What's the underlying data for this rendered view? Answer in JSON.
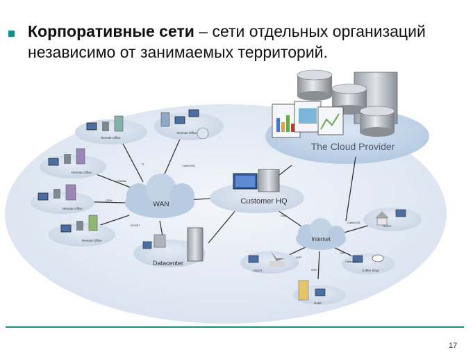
{
  "slide": {
    "title_bold": "Корпоративные сети",
    "title_rest": " – сети отдельных организаций независимо от занимаемых территорий.",
    "page_number": "17"
  },
  "diagram": {
    "wan": "WAN",
    "customer_hq": "Customer HQ",
    "cloud_provider": "The Cloud Provider",
    "internet": "Internet",
    "datacenter": "Datacenter",
    "remote_office": "Remote Office",
    "home": "Home",
    "airport": "Airport",
    "hotel": "Hotel",
    "coffee_shop": "Coffee Shop",
    "link_t1": "T1",
    "link_cable_dsl": "Cable/DSL",
    "link_satellite": "Satellite",
    "link_isdn": "ISDN",
    "link_sonet": "SONET",
    "link_dmz": "DMZ",
    "link_wifi": "WiFi",
    "link_3g": "3G"
  },
  "colors": {
    "accent": "#178a8a",
    "ellipse": "#dde7f3",
    "cloud": "#c9d7e8"
  }
}
